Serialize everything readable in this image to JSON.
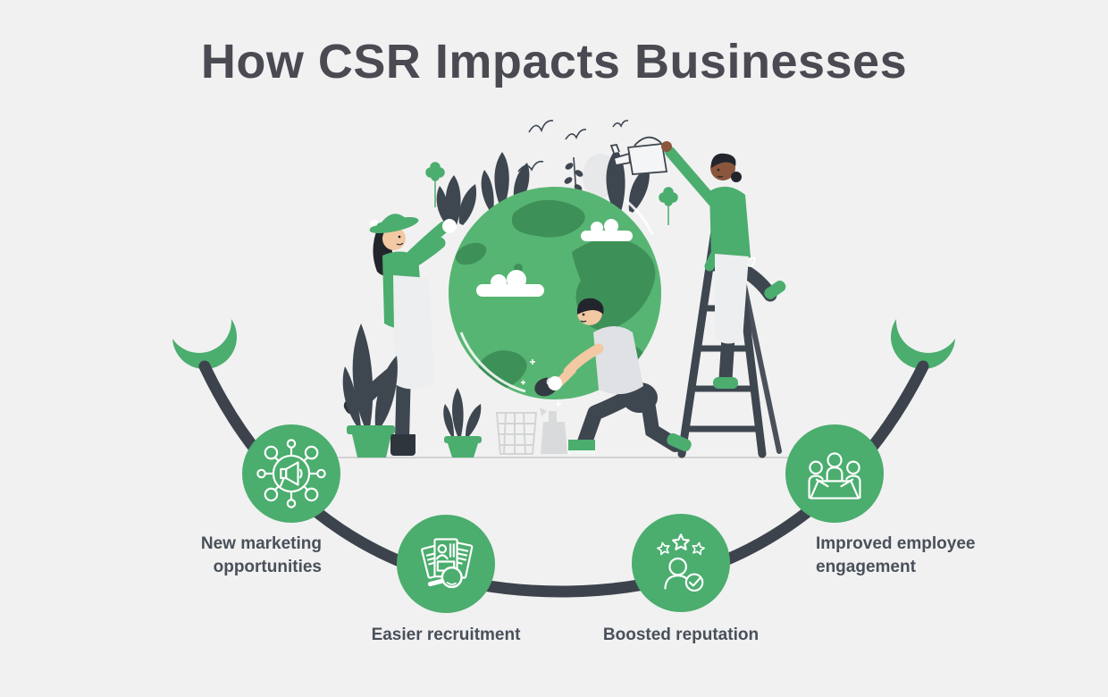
{
  "title": "How CSR Impacts Businesses",
  "illustration": {
    "description": "Three people caring for a green globe: woman planting leaves, man polishing, woman on ladder watering",
    "elements": [
      "globe-with-continents",
      "clouds",
      "birds",
      "potted-plants",
      "wire-basket",
      "spray-bottle",
      "step-ladder",
      "watering-can"
    ]
  },
  "items": [
    {
      "id": "marketing",
      "label": "New marketing opportunities",
      "icon": "megaphone-network-icon"
    },
    {
      "id": "recruitment",
      "label": "Easier recruitment",
      "icon": "resume-search-icon"
    },
    {
      "id": "reputation",
      "label": "Boosted reputation",
      "icon": "person-stars-check-icon"
    },
    {
      "id": "engagement",
      "label": "Improved employee engagement",
      "icon": "meeting-table-icon"
    }
  ],
  "colors": {
    "--bg": "#f1f1f1",
    "--ink": "#4a4a52",
    "--label": "#49505a",
    "--green": "#4bad6e",
    "--green-globe": "#57b573",
    "--green-dark": "#3e9059",
    "--slate": "#3e4650",
    "--arc": "#3d434d"
  }
}
